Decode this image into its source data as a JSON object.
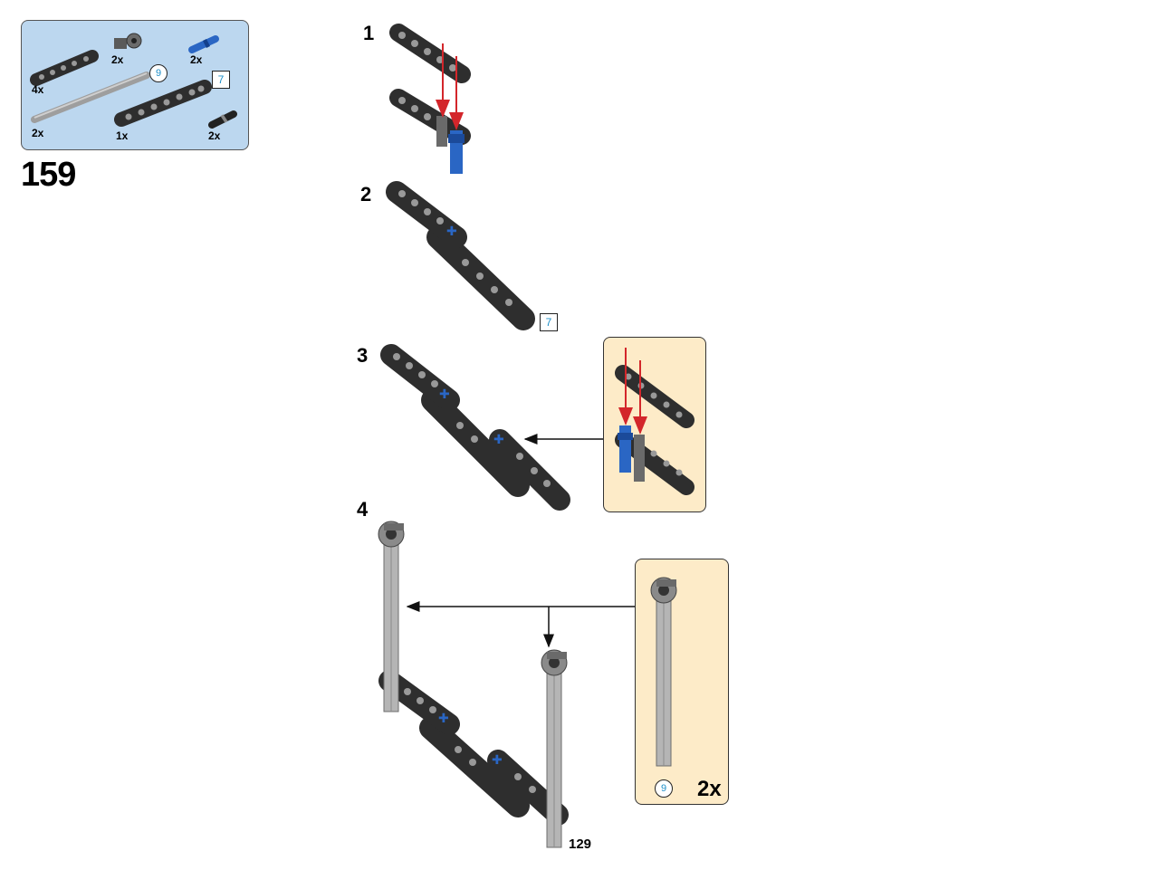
{
  "parts_list": {
    "items": [
      {
        "name": "beam-5",
        "qty": "4x"
      },
      {
        "name": "axle-connector",
        "qty": "2x"
      },
      {
        "name": "blue-axle-pin",
        "qty": "2x"
      },
      {
        "name": "axle-long",
        "qty": "2x"
      },
      {
        "name": "beam-7",
        "qty": "1x"
      },
      {
        "name": "black-pin",
        "qty": "2x"
      }
    ],
    "axle_length": "9",
    "beam_length": "7"
  },
  "page_step": "159",
  "steps": [
    {
      "number": "1"
    },
    {
      "number": "2",
      "callout": "7"
    },
    {
      "number": "3"
    },
    {
      "number": "4"
    }
  ],
  "subassembly_4": {
    "axle_length": "9",
    "qty": "2x"
  },
  "page_number": "129",
  "colors": {
    "parts_bg": "#bcd7ef",
    "sub_bg": "#fdebc8",
    "arrow_red": "#d3262b",
    "blue_pin": "#2a66c4",
    "beam": "#3a3a3a",
    "axle": "#b8b8b8"
  }
}
